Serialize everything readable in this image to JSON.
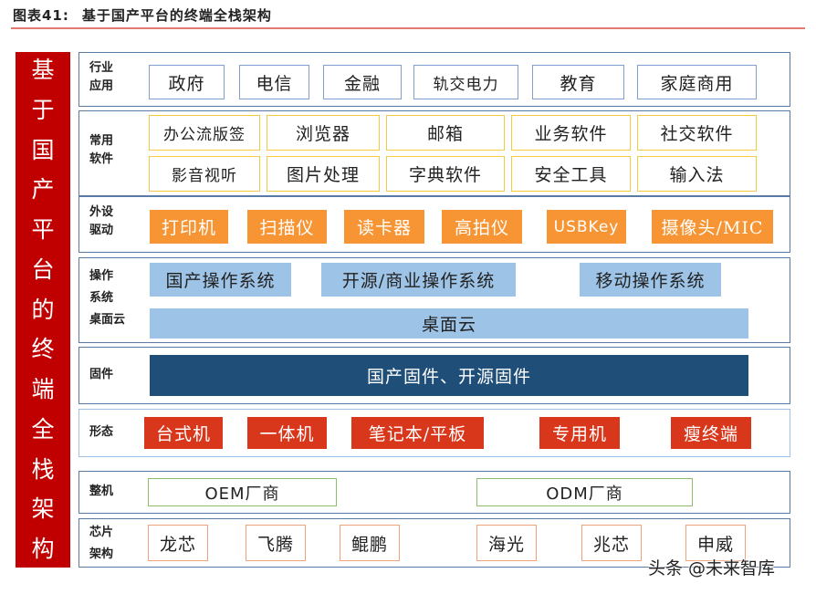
{
  "figure": {
    "number": "图表41:",
    "title": "基于国产平台的终端全栈架构"
  },
  "banner": {
    "chars": [
      "基",
      "于",
      "国",
      "产",
      "平",
      "台",
      "的",
      "终",
      "端",
      "全",
      "栈",
      "架",
      "构"
    ]
  },
  "layers": {
    "industry": {
      "label_line1": "行业",
      "label_line2": "应用",
      "items": [
        "政府",
        "电信",
        "金融",
        "轨交电力",
        "教育",
        "家庭商用"
      ]
    },
    "software": {
      "label_line1": "常用",
      "label_line2": "软件",
      "row1": [
        "办公流版签",
        "浏览器",
        "邮箱",
        "业务软件",
        "社交软件"
      ],
      "row2": [
        "影音视听",
        "图片处理",
        "字典软件",
        "安全工具",
        "输入法"
      ]
    },
    "peripherals": {
      "label_line1": "外设",
      "label_line2": "驱动",
      "items": [
        "打印机",
        "扫描仪",
        "读卡器",
        "高拍仪",
        "USBKey",
        "摄像头/MIC"
      ]
    },
    "os": {
      "label_line1": "操作",
      "label_line2": "系统",
      "label_line3": "桌面云",
      "items": [
        "国产操作系统",
        "开源/商业操作系统",
        "移动操作系统"
      ],
      "cloud": "桌面云"
    },
    "firmware": {
      "label": "固件",
      "bar": "国产固件、开源固件"
    },
    "form": {
      "label": "形态",
      "items": [
        "台式机",
        "一体机",
        "笔记本/平板",
        "专用机",
        "瘦终端"
      ]
    },
    "machine": {
      "label": "整机",
      "items": [
        "OEM厂商",
        "ODM厂商"
      ]
    },
    "chip": {
      "label_line1": "芯片",
      "label_line2": "架构",
      "items": [
        "龙芯",
        "飞腾",
        "鲲鹏",
        "海光",
        "兆芯",
        "申威"
      ]
    }
  },
  "colors": {
    "banner": "#c00000",
    "industry_border": "#7e9fd4",
    "software_border": "#f5c842",
    "peripheral_fill": "#f79433",
    "os_fill": "#9dc3e6",
    "firmware_fill": "#1f4e79",
    "form_fill": "#d9371b",
    "machine_border": "#8cc068",
    "chip_border": "#f0a37a"
  },
  "watermark": "头条 @未来智库"
}
